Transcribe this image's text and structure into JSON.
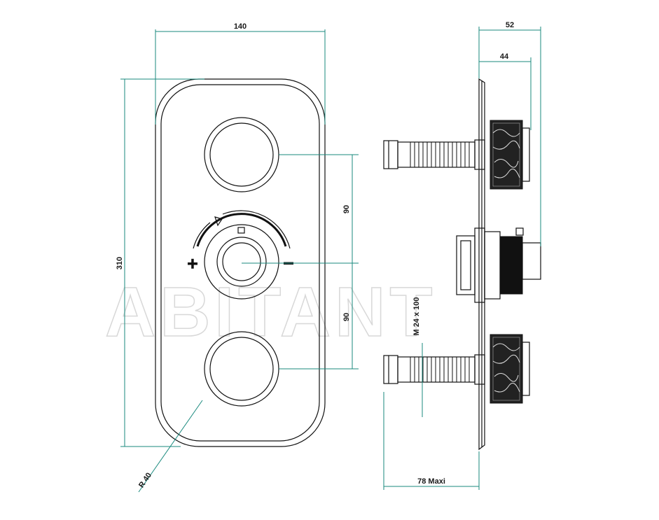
{
  "watermark": "ABITANT",
  "dimensions": {
    "front_width": "140",
    "front_height": "310",
    "spacing_top": "90",
    "spacing_bottom": "90",
    "corner_radius": "R 40",
    "side_depth_total": "52",
    "side_depth_inner": "44",
    "thread": "M 24 x 100",
    "projection": "78 Maxi"
  },
  "colors": {
    "dimension_line": "#1a8a7e",
    "outline": "#111111",
    "watermark": "#d8d8d8"
  }
}
